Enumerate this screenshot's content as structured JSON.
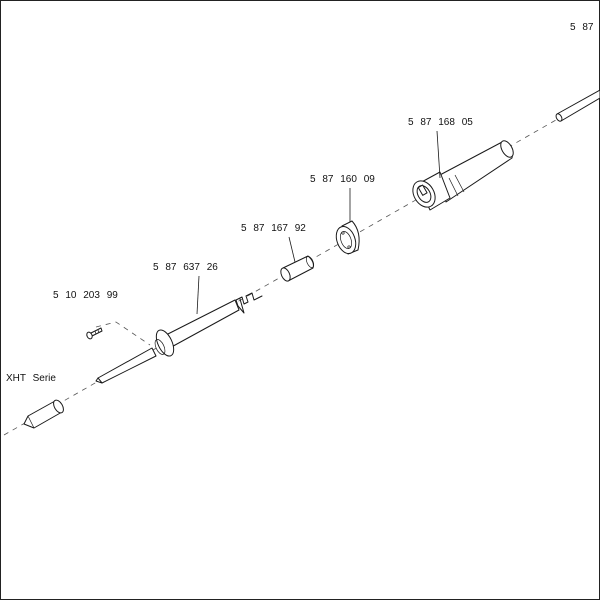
{
  "labels": {
    "top_right": "5 87",
    "handle": "5 87 168 05",
    "nut": "5 87 160 09",
    "sleeve": "5 87 167 92",
    "element": "5 87 637 26",
    "screw": "5 10 203 99",
    "tip_series": "XHT Serie"
  }
}
